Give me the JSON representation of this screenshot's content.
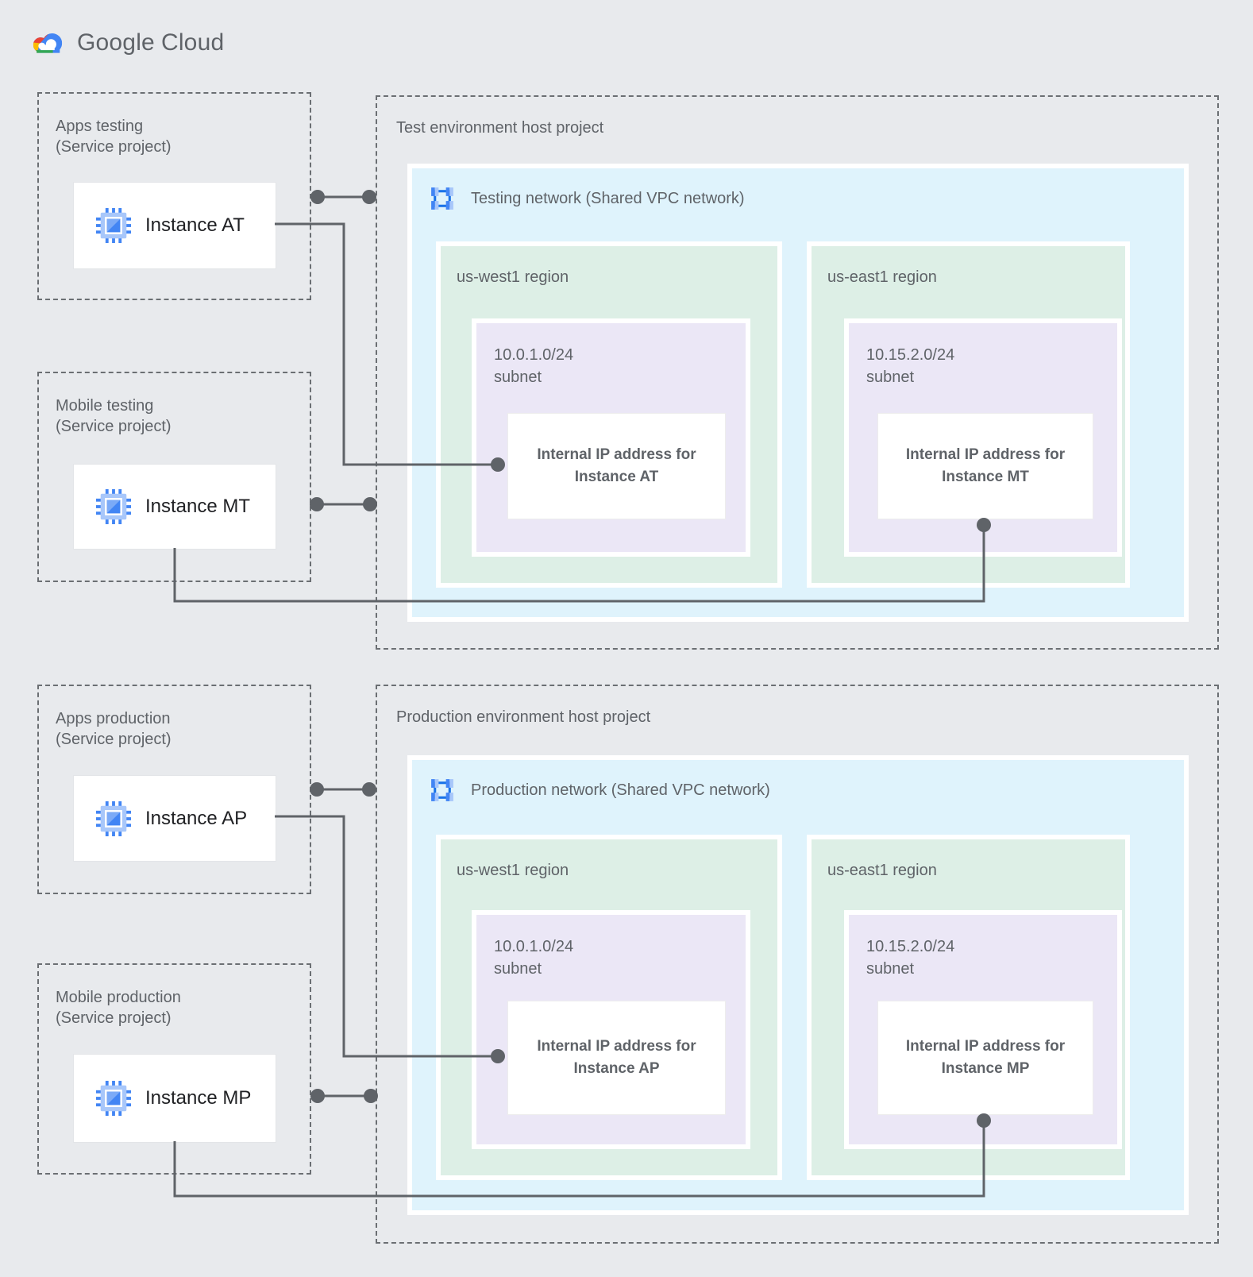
{
  "brand": {
    "name": "Google Cloud",
    "word1": "Google",
    "word2": "Cloud"
  },
  "colors": {
    "background": "#e8eaed",
    "vpc_network_box": "#dff3fc",
    "region_box": "#ddefe6",
    "subnet_box": "#ebe7f6",
    "card_white": "#ffffff",
    "connector": "#5f6368",
    "text_muted": "#5f6368",
    "text_dark": "#202124",
    "google_blue": "#4285f4",
    "google_red": "#ea4335",
    "google_yellow": "#fbbc04",
    "google_green": "#34a853"
  },
  "icons": {
    "logo": "google-cloud-logo",
    "instance": "compute-engine-chip-icon",
    "network": "vpc-network-icon"
  },
  "service_projects": [
    {
      "title": "Apps testing",
      "subtitle": "(Service project)",
      "instance_label": "Instance AT"
    },
    {
      "title": "Mobile testing",
      "subtitle": "(Service project)",
      "instance_label": "Instance MT"
    },
    {
      "title": "Apps production",
      "subtitle": "(Service project)",
      "instance_label": "Instance AP"
    },
    {
      "title": "Mobile production",
      "subtitle": "(Service project)",
      "instance_label": "Instance MP"
    }
  ],
  "host_projects": [
    {
      "title": "Test environment host project",
      "network_label": "Testing network (Shared VPC network)",
      "regions": [
        {
          "name": "us-west1 region",
          "cidr": "10.0.1.0/24",
          "subnet_word": "subnet",
          "ip_line1": "Internal IP address for",
          "ip_line2": "Instance AT"
        },
        {
          "name": "us-east1 region",
          "cidr": "10.15.2.0/24",
          "subnet_word": "subnet",
          "ip_line1": "Internal IP address for",
          "ip_line2": "Instance MT"
        }
      ]
    },
    {
      "title": "Production environment host project",
      "network_label": "Production network (Shared VPC network)",
      "regions": [
        {
          "name": "us-west1 region",
          "cidr": "10.0.1.0/24",
          "subnet_word": "subnet",
          "ip_line1": "Internal IP address for",
          "ip_line2": "Instance AP"
        },
        {
          "name": "us-east1 region",
          "cidr": "10.15.2.0/24",
          "subnet_word": "subnet",
          "ip_line1": "Internal IP address for",
          "ip_line2": "Instance MP"
        }
      ]
    }
  ],
  "connections": [
    {
      "from": "Apps testing (Service project)",
      "to": "Test environment host project"
    },
    {
      "from": "Instance AT",
      "to": "Internal IP address for Instance AT"
    },
    {
      "from": "Mobile testing (Service project)",
      "to": "Test environment host project"
    },
    {
      "from": "Instance MT",
      "to": "Internal IP address for Instance MT"
    },
    {
      "from": "Apps production (Service project)",
      "to": "Production environment host project"
    },
    {
      "from": "Instance AP",
      "to": "Internal IP address for Instance AP"
    },
    {
      "from": "Mobile production (Service project)",
      "to": "Production environment host project"
    },
    {
      "from": "Instance MP",
      "to": "Internal IP address for Instance MP"
    }
  ]
}
